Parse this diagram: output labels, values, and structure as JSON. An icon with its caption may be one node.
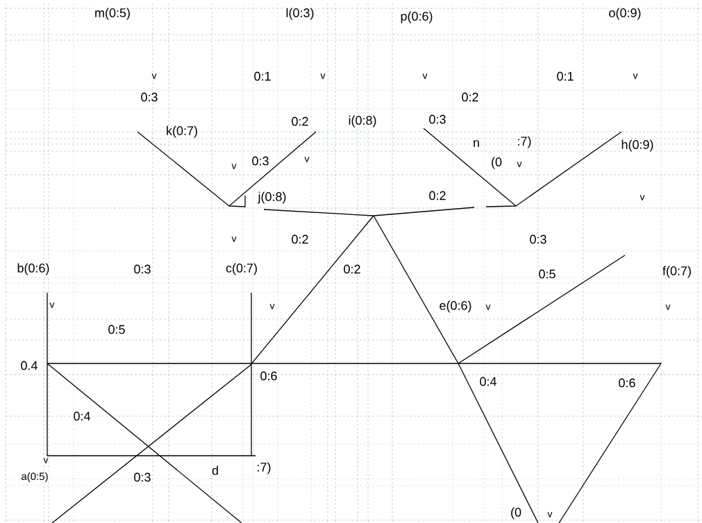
{
  "diagram": {
    "labels": [
      "m(0:5)",
      "l(0:3)",
      "p(0:6)",
      "o(0:9)",
      "v",
      "0:1",
      "v",
      "v",
      "0:1",
      "v",
      "0:3",
      "0:2",
      "k(0:7)",
      "0:2",
      "i(0:8)",
      "0:3",
      "n",
      ":7)",
      "h(0:9)",
      "v",
      "0:3",
      "v",
      "(0",
      "v",
      "j(0:8)",
      "0:2",
      "v",
      "v",
      "0:2",
      "0:3",
      "b(0:6)",
      "0:3",
      "c(0:7)",
      "0:2",
      "0:5",
      "f(0:7)",
      "v",
      "v",
      "e(0:6)",
      "v",
      "v",
      "0:5",
      "0.4",
      "0:6",
      "0:4",
      "0:6",
      "0:4",
      "v",
      "a(0:5)",
      "0:3",
      "d",
      ":7)",
      "(0",
      "v"
    ]
  }
}
